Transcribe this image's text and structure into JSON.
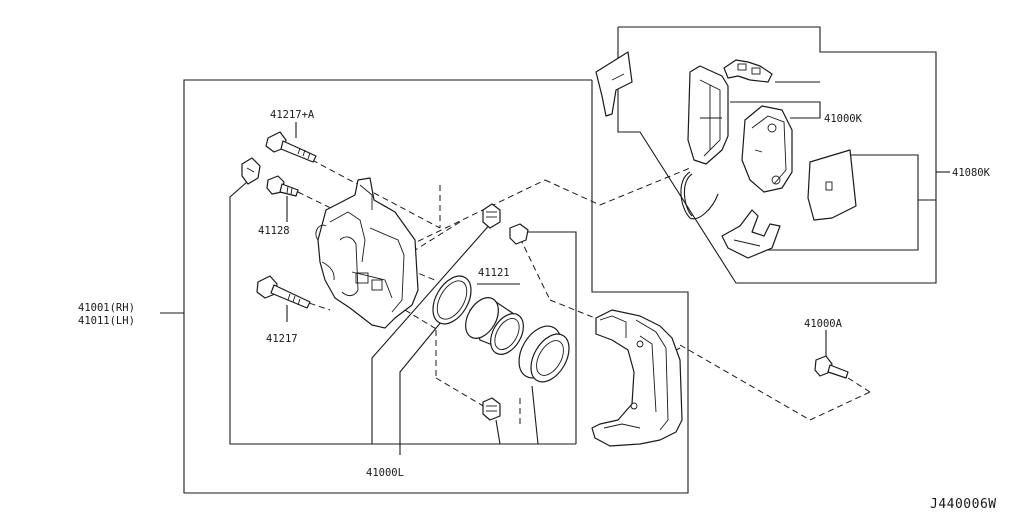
{
  "labels": {
    "p41217a": "41217+A",
    "p41128": "41128",
    "p41217": "41217",
    "p41121": "41121",
    "p41000k": "41000K",
    "p41080k": "41080K",
    "p41000a": "41000A",
    "p41001": "41001(RH)",
    "p41011": "41011(LH)",
    "p41000l": "41000L"
  },
  "diagram_code": "J440006W"
}
